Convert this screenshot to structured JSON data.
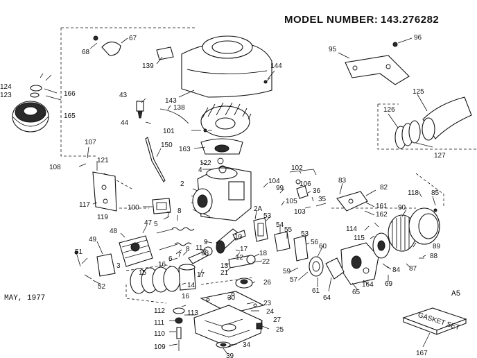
{
  "header": {
    "model_number_label": "MODEL NUMBER:",
    "model_number": "143.276282"
  },
  "footer": {
    "date": "MAY, 1977",
    "sheet_code": "A5"
  },
  "gasket_box": {
    "text": "GASKET SET"
  },
  "parts": [
    {
      "id": "p67",
      "n": "67"
    },
    {
      "id": "p68",
      "n": "68"
    },
    {
      "id": "p139",
      "n": "139"
    },
    {
      "id": "p144",
      "n": "144"
    },
    {
      "id": "p143",
      "n": "143"
    },
    {
      "id": "p124",
      "n": "124"
    },
    {
      "id": "p123",
      "n": "123"
    },
    {
      "id": "p166",
      "n": "166"
    },
    {
      "id": "p165",
      "n": "165"
    },
    {
      "id": "p43",
      "n": "43"
    },
    {
      "id": "p138",
      "n": "138"
    },
    {
      "id": "p44",
      "n": "44"
    },
    {
      "id": "p101",
      "n": "101"
    },
    {
      "id": "p150",
      "n": "150"
    },
    {
      "id": "p163",
      "n": "163"
    },
    {
      "id": "p122",
      "n": "122"
    },
    {
      "id": "p4",
      "n": "4"
    },
    {
      "id": "p2",
      "n": "2"
    },
    {
      "id": "p107",
      "n": "107"
    },
    {
      "id": "p108",
      "n": "108"
    },
    {
      "id": "p121",
      "n": "121"
    },
    {
      "id": "p117",
      "n": "117"
    },
    {
      "id": "p119",
      "n": "119"
    },
    {
      "id": "p100",
      "n": "100"
    },
    {
      "id": "p8a",
      "n": "8"
    },
    {
      "id": "p7a",
      "n": "7"
    },
    {
      "id": "p5",
      "n": "5"
    },
    {
      "id": "p47",
      "n": "47"
    },
    {
      "id": "p48",
      "n": "48"
    },
    {
      "id": "p49",
      "n": "49"
    },
    {
      "id": "p51",
      "n": "51"
    },
    {
      "id": "p52",
      "n": "52"
    },
    {
      "id": "p3",
      "n": "3"
    },
    {
      "id": "p15",
      "n": "15"
    },
    {
      "id": "p6",
      "n": "6"
    },
    {
      "id": "p7b",
      "n": "7"
    },
    {
      "id": "p8b",
      "n": "8"
    },
    {
      "id": "p16a",
      "n": "16"
    },
    {
      "id": "p14",
      "n": "14"
    },
    {
      "id": "p9",
      "n": "9"
    },
    {
      "id": "p98",
      "n": "98"
    },
    {
      "id": "p11",
      "n": "11"
    },
    {
      "id": "p17a",
      "n": "17"
    },
    {
      "id": "p16b",
      "n": "16"
    },
    {
      "id": "p112",
      "n": "112"
    },
    {
      "id": "p113",
      "n": "113"
    },
    {
      "id": "p111",
      "n": "111"
    },
    {
      "id": "p110",
      "n": "110"
    },
    {
      "id": "p109",
      "n": "109"
    },
    {
      "id": "p95",
      "n": "95"
    },
    {
      "id": "p96",
      "n": "96"
    },
    {
      "id": "p125",
      "n": "125"
    },
    {
      "id": "p126",
      "n": "126"
    },
    {
      "id": "p127",
      "n": "127"
    },
    {
      "id": "p102",
      "n": "102"
    },
    {
      "id": "p104",
      "n": "104"
    },
    {
      "id": "p106",
      "n": "106"
    },
    {
      "id": "p99",
      "n": "99"
    },
    {
      "id": "p36",
      "n": "36"
    },
    {
      "id": "p35",
      "n": "35"
    },
    {
      "id": "p105",
      "n": "105"
    },
    {
      "id": "p103",
      "n": "103"
    },
    {
      "id": "p83",
      "n": "83"
    },
    {
      "id": "p82",
      "n": "82"
    },
    {
      "id": "p118",
      "n": "118"
    },
    {
      "id": "p85",
      "n": "85"
    },
    {
      "id": "p161",
      "n": "161"
    },
    {
      "id": "p162",
      "n": "162"
    },
    {
      "id": "p90",
      "n": "90"
    },
    {
      "id": "p114",
      "n": "114"
    },
    {
      "id": "p115",
      "n": "115"
    },
    {
      "id": "p89",
      "n": "89"
    },
    {
      "id": "p88",
      "n": "88"
    },
    {
      "id": "p87",
      "n": "87"
    },
    {
      "id": "p84",
      "n": "84"
    },
    {
      "id": "p69",
      "n": "69"
    },
    {
      "id": "p164",
      "n": "164"
    },
    {
      "id": "p65",
      "n": "65"
    },
    {
      "id": "p2A",
      "n": "2A"
    },
    {
      "id": "p53a",
      "n": "53"
    },
    {
      "id": "p54",
      "n": "54"
    },
    {
      "id": "p55",
      "n": "55"
    },
    {
      "id": "p53b",
      "n": "53"
    },
    {
      "id": "p56",
      "n": "56"
    },
    {
      "id": "p60",
      "n": "60"
    },
    {
      "id": "p59",
      "n": "59"
    },
    {
      "id": "p57",
      "n": "57"
    },
    {
      "id": "p61",
      "n": "61"
    },
    {
      "id": "p64",
      "n": "64"
    },
    {
      "id": "p10",
      "n": "10"
    },
    {
      "id": "p17b",
      "n": "17"
    },
    {
      "id": "p12",
      "n": "12"
    },
    {
      "id": "p13",
      "n": "13"
    },
    {
      "id": "p21",
      "n": "21"
    },
    {
      "id": "p18",
      "n": "18"
    },
    {
      "id": "p22",
      "n": "22"
    },
    {
      "id": "p26",
      "n": "26"
    },
    {
      "id": "p30",
      "n": "30"
    },
    {
      "id": "p23",
      "n": "23"
    },
    {
      "id": "p24",
      "n": "24"
    },
    {
      "id": "p27",
      "n": "27"
    },
    {
      "id": "p25",
      "n": "25"
    },
    {
      "id": "p34",
      "n": "34"
    },
    {
      "id": "p39",
      "n": "39"
    },
    {
      "id": "p167",
      "n": "167"
    }
  ]
}
